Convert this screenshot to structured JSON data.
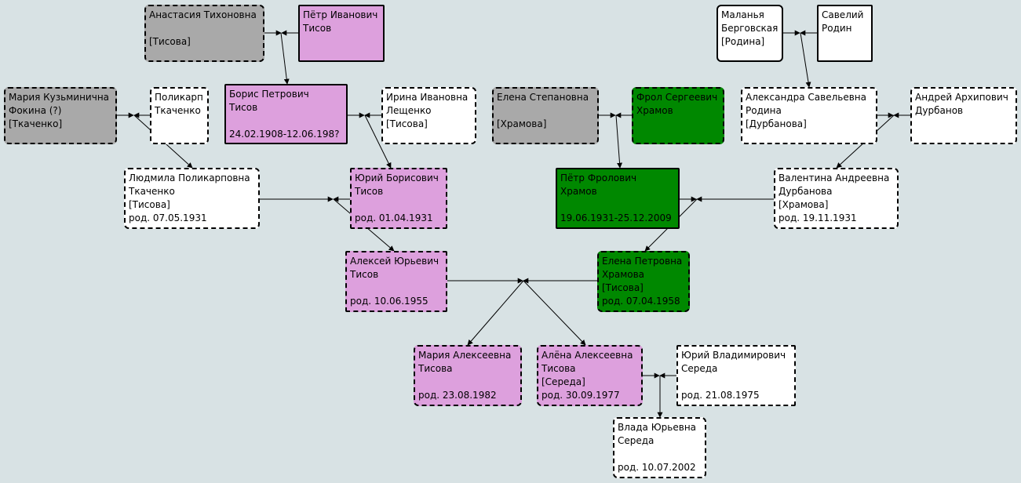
{
  "colors": {
    "background": "#d8e2e4",
    "unknown": "#a9a9a9",
    "tisov_line": "#dda0dd",
    "khramov_line": "#008800",
    "other": "#ffffff"
  },
  "persons": {
    "anastasia": {
      "l1": "Анастасия Тихоновна",
      "l2": "",
      "l3": "[Тисова]",
      "l4": ""
    },
    "petr_i": {
      "l1": "Пётр Иванович",
      "l2": "Тисов",
      "l3": "",
      "l4": ""
    },
    "malanya": {
      "l1": "Маланья",
      "l2": "Берговская",
      "l3": "[Родина]",
      "l4": ""
    },
    "saveliy": {
      "l1": "Савелий",
      "l2": "Родин",
      "l3": "",
      "l4": ""
    },
    "maria_k": {
      "l1": "Мария Кузьминична",
      "l2": "Фокина (?)",
      "l3": "[Ткаченко]",
      "l4": ""
    },
    "polikarp": {
      "l1": "Поликарп",
      "l2": "Ткаченко",
      "l3": "",
      "l4": ""
    },
    "boris": {
      "l1": "Борис Петрович",
      "l2": "Тисов",
      "l3": "",
      "l4": "24.02.1908-12.06.198?"
    },
    "irina": {
      "l1": "Ирина Ивановна",
      "l2": "Лещенко",
      "l3": "[Тисова]",
      "l4": ""
    },
    "elena_s": {
      "l1": "Елена Степановна",
      "l2": "",
      "l3": "[Храмова]",
      "l4": ""
    },
    "frol": {
      "l1": "Фрол Сергеевич",
      "l2": "Храмов",
      "l3": "",
      "l4": ""
    },
    "alexandra": {
      "l1": "Александра Савельевна",
      "l2": "Родина",
      "l3": "[Дурбанова]",
      "l4": ""
    },
    "andrey": {
      "l1": "Андрей Архипович",
      "l2": "Дурбанов",
      "l3": "",
      "l4": ""
    },
    "lyudmila": {
      "l1": "Людмила Поликарповна",
      "l2": "Ткаченко",
      "l3": "[Тисова]",
      "l4": "род. 07.05.1931"
    },
    "yuriy_b": {
      "l1": "Юрий Борисович",
      "l2": "Тисов",
      "l3": "",
      "l4": "род. 01.04.1931"
    },
    "petr_f": {
      "l1": "Пётр Фролович",
      "l2": "Храмов",
      "l3": "",
      "l4": "19.06.1931-25.12.2009"
    },
    "valentina": {
      "l1": "Валентина Андреевна",
      "l2": "Дурбанова",
      "l3": "[Храмова]",
      "l4": "род. 19.11.1931"
    },
    "aleksey": {
      "l1": "Алексей Юрьевич",
      "l2": "Тисов",
      "l3": "",
      "l4": "род. 10.06.1955"
    },
    "elena_p": {
      "l1": "Елена Петровна",
      "l2": "Храмова",
      "l3": "[Тисова]",
      "l4": "род. 07.04.1958"
    },
    "maria_a": {
      "l1": "Мария Алексеевна",
      "l2": "Тисова",
      "l3": "",
      "l4": "род. 23.08.1982"
    },
    "alena": {
      "l1": "Алёна Алексеевна",
      "l2": "Тисова",
      "l3": "[Середа]",
      "l4": "род. 30.09.1977"
    },
    "yuriy_v": {
      "l1": "Юрий Владимирович",
      "l2": "Середа",
      "l3": "",
      "l4": "род. 21.08.1975"
    },
    "vlada": {
      "l1": "Влада Юрьевна",
      "l2": "Середа",
      "l3": "",
      "l4": "род. 10.07.2002"
    }
  }
}
